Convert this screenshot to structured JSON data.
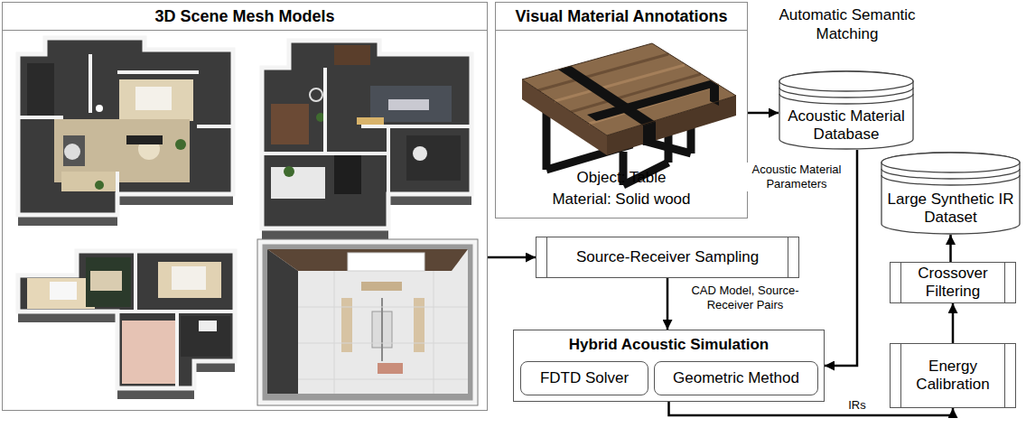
{
  "diagram": {
    "nodes": [
      {
        "text": [
          "3D Scene Mesh Models"
        ]
      },
      {
        "text": [
          "Visual Material Annotations",
          "Object: Table",
          "Material: Solid wood"
        ]
      },
      {
        "text": [
          "Acoustic Material Database"
        ]
      },
      {
        "text": [
          "Large Synthetic IR Dataset"
        ]
      },
      {
        "text": [
          "Crossover Filtering"
        ]
      },
      {
        "text": [
          "Source-Receiver Sampling"
        ]
      },
      {
        "text": [
          "Hybrid Acoustic Simulation"
        ]
      },
      {
        "text": [
          "FDTD Solver"
        ],
        "in": 6
      },
      {
        "text": [
          "Geometric Method"
        ],
        "in": 6
      },
      {
        "text": [
          "Energy Calibration"
        ]
      }
    ],
    "edges": [
      {
        "from": 0,
        "to": 5,
        "arrow": "to"
      },
      {
        "from": 1,
        "to": 2,
        "arrow": "to"
      },
      {
        "from": 2,
        "to": 6,
        "label": "Acoustic Material Parameters",
        "arrow": "to"
      },
      {
        "from": 5,
        "to": 6,
        "label": "CAD Model, Source-Receiver Pairs",
        "arrow": "to"
      },
      {
        "from": 6,
        "to": 9,
        "label": "IRs",
        "arrow": "to"
      },
      {
        "from": 9,
        "to": 4,
        "arrow": "to"
      },
      {
        "from": 4,
        "to": 3,
        "arrow": "to"
      }
    ],
    "labels": [
      "Automatic Semantic Matching"
    ]
  }
}
